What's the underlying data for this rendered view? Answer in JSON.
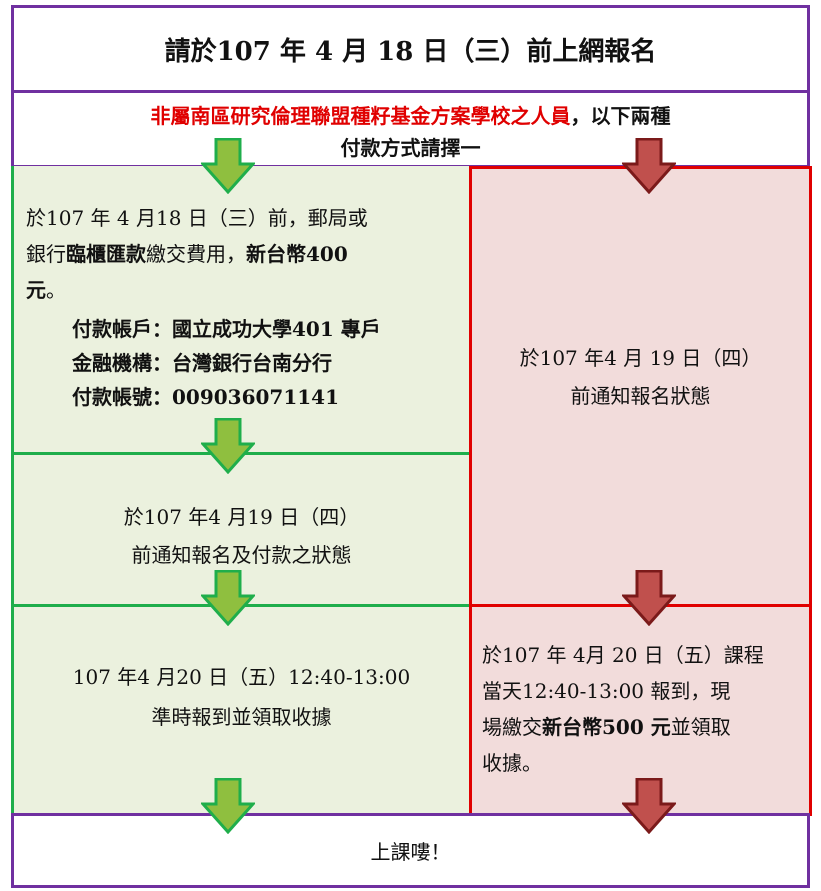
{
  "title": "請於107 年 4 月 18 日（三）前上網報名",
  "note": {
    "red_text": "非屬南區研究倫理聯盟種籽基金方案學校之人員",
    "black_text": "，以下兩種",
    "line2": "付款方式請擇一"
  },
  "left_step1": {
    "t1": "於107 年 4 月18 日（三）前，郵局或",
    "t2": "銀行",
    "t3": "臨櫃匯款",
    "t4": "繳交費用，",
    "t5": "新台幣400",
    "t6": "元",
    "t7": "。",
    "account_name": "付款帳戶：國立成功大學401 專戶",
    "bank": "金融機構：台灣銀行台南分行",
    "account_no": "付款帳號：009036071141"
  },
  "left_step2": {
    "line1": "於107 年4 月19 日（四）",
    "line2": "前通知報名及付款之狀態"
  },
  "left_step3": {
    "line1": "107 年4 月20 日（五）12:40-13:00",
    "line2": "準時報到並領取收據"
  },
  "right_step1": {
    "line1": "於107 年4 月 19 日（四）",
    "line2": "前通知報名狀態"
  },
  "right_step2": {
    "t1": "於107 年 4月 20 日（五）課程",
    "t2": "當天12:40-13:00 報到，現",
    "t3": "場繳交",
    "t4": "新台幣500 元",
    "t5": "並領取",
    "t6": "收據。"
  },
  "end_text": "上課嘍！",
  "colors": {
    "purple_border": "#7030a0",
    "green_border": "#1fae4b",
    "green_fill": "#ebf1de",
    "red_border": "#e00000",
    "pink_fill": "#f2dcdb",
    "green_arrow": "#8fbf3f",
    "red_arrow": "#c0504d"
  }
}
